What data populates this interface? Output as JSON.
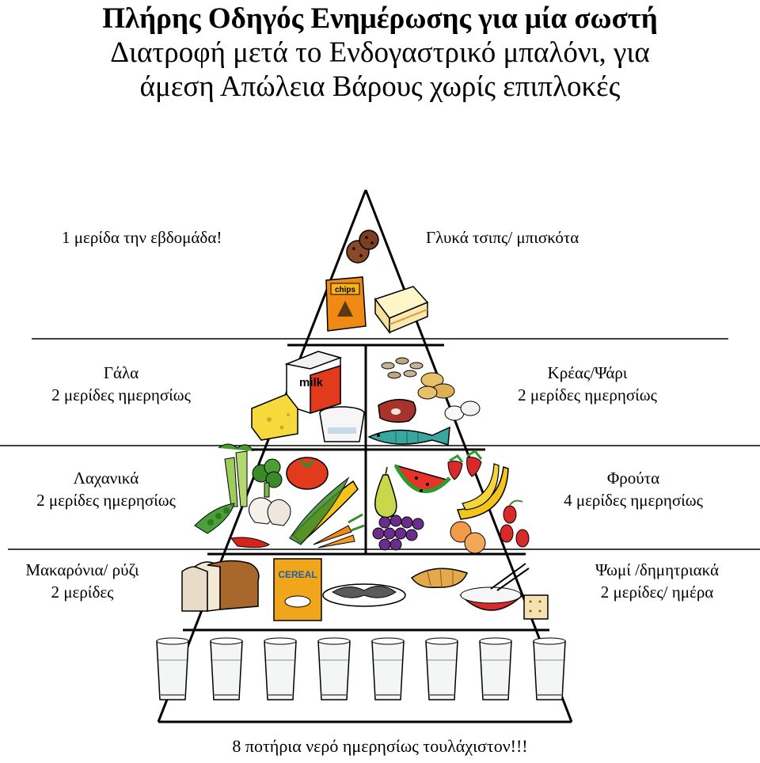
{
  "title": {
    "line1": "Πλήρης Οδηγός Ενημέρωσης για μία σωστή",
    "line2": "Διατροφή μετά το Ενδογαστρικό μπαλόνι, για",
    "line3": "άμεση Απώλεια Βάρους χωρίς επιπλοκές"
  },
  "tiers": {
    "top": {
      "left_label": "1 μερίδα την εβδομάδα!",
      "right_label": "Γλυκά τσιπς/ μπισκότα",
      "icons": [
        "cookies-icon",
        "chips-bag-icon",
        "cake-slice-icon"
      ],
      "chips_text": "chips"
    },
    "dairy_meat": {
      "left_label_line1": "Γάλα",
      "left_label_line2": "2 μερίδες ημερησίως",
      "right_label_line1": "Κρέας/Ψάρι",
      "right_label_line2": "2 μερίδες ημερησίως",
      "milk_text": "milk",
      "icons": [
        "milk-carton-icon",
        "cheese-icon",
        "yogurt-icon",
        "beans-icon",
        "chicken-icon",
        "steak-icon",
        "eggs-icon",
        "fish-icon"
      ]
    },
    "veg_fruit": {
      "left_label_line1": "Λαχανικά",
      "left_label_line2": "2 μερίδες ημερησίως",
      "right_label_line1": "Φρούτα",
      "right_label_line2": "4 μερίδες ημερησίως",
      "icons": [
        "celery-icon",
        "broccoli-icon",
        "tomato-icon",
        "garlic-icon",
        "corn-icon",
        "peas-icon",
        "chili-icon",
        "carrots-icon",
        "pear-icon",
        "watermelon-icon",
        "strawberries-icon",
        "bananas-icon",
        "grapes-icon",
        "peach-icon",
        "cherries-icon"
      ]
    },
    "grains": {
      "left_label_line1": "Μακαρόνια/ ρύζι",
      "left_label_line2": "2 μερίδες",
      "right_label_line1": "Ψωμί /δημητριακά",
      "right_label_line2": "2 μερίδες/ ημέρα",
      "cereal_text": "CEREAL",
      "icons": [
        "bread-loaf-icon",
        "cereal-box-icon",
        "spaghetti-icon",
        "croissant-icon",
        "rice-bowl-icon",
        "crackers-icon"
      ]
    }
  },
  "water": {
    "glass_count": 8,
    "footer": "8 ποτήρια νερό ημερησίως τουλάχιστον!!!"
  },
  "colors": {
    "line": "#000000",
    "tomato": "#e23a1c",
    "watermelon": "#e8322a",
    "green": "#2e9a2a",
    "banana": "#f3c51a",
    "grape": "#6b2d8c",
    "bread": "#a8672b",
    "cereal_box": "#f0a51a",
    "chips_bag": "#f08a14",
    "cheese": "#f6d93c",
    "fish": "#3aa6a0",
    "steak": "#a8322c",
    "carrot": "#f08a14",
    "chili": "#d8231a",
    "water_glass": "#f4f6f6"
  }
}
